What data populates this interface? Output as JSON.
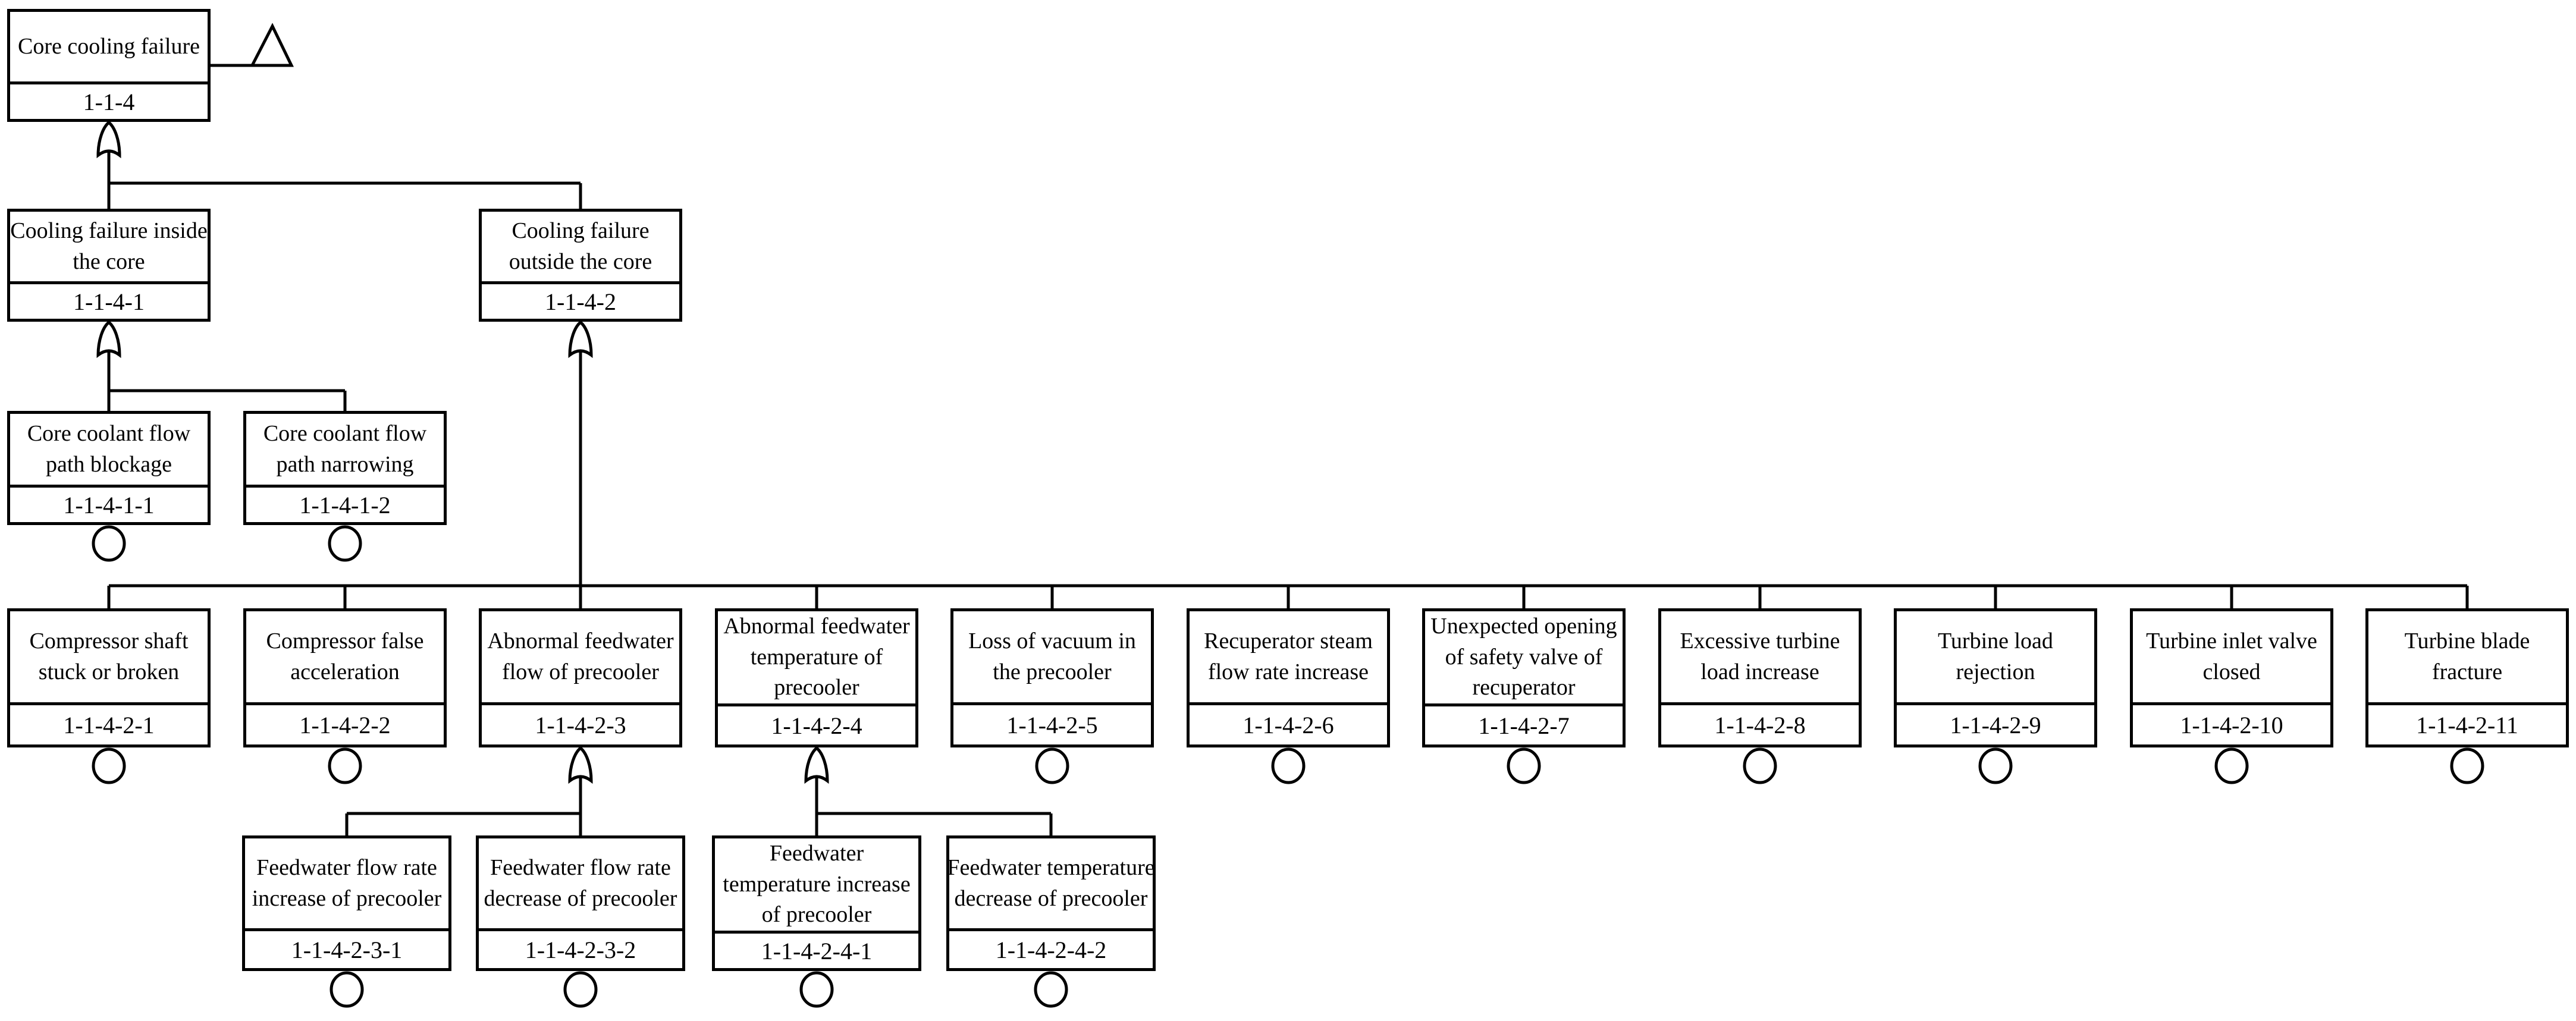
{
  "diagram": {
    "type": "fault-tree",
    "colors": {
      "line": "#000000",
      "background": "#ffffff",
      "box_fill": "#ffffff"
    }
  },
  "nodes": [
    {
      "id": "1-1-4",
      "title": "Core cooling failure",
      "label": "1-1-4",
      "symbol": "or-gate",
      "transfer": "triangle"
    },
    {
      "id": "1-1-4-1",
      "title": "Cooling failure inside\nthe core",
      "label": "1-1-4-1",
      "symbol": "or-gate"
    },
    {
      "id": "1-1-4-2",
      "title": "Cooling failure\noutside the core",
      "label": "1-1-4-2",
      "symbol": "or-gate"
    },
    {
      "id": "1-1-4-1-1",
      "title": "Core coolant flow\npath blockage",
      "label": "1-1-4-1-1",
      "symbol": "basic-event"
    },
    {
      "id": "1-1-4-1-2",
      "title": "Core coolant flow\npath narrowing",
      "label": "1-1-4-1-2",
      "symbol": "basic-event"
    },
    {
      "id": "1-1-4-2-1",
      "title": "Compressor shaft\nstuck or broken",
      "label": "1-1-4-2-1",
      "symbol": "basic-event"
    },
    {
      "id": "1-1-4-2-2",
      "title": "Compressor false\nacceleration",
      "label": "1-1-4-2-2",
      "symbol": "basic-event"
    },
    {
      "id": "1-1-4-2-3",
      "title": "Abnormal feedwater\nflow of precooler",
      "label": "1-1-4-2-3",
      "symbol": "or-gate"
    },
    {
      "id": "1-1-4-2-4",
      "title": "Abnormal feedwater\ntemperature of\nprecooler",
      "label": "1-1-4-2-4",
      "symbol": "or-gate"
    },
    {
      "id": "1-1-4-2-5",
      "title": "Loss of vacuum in\nthe precooler",
      "label": "1-1-4-2-5",
      "symbol": "basic-event"
    },
    {
      "id": "1-1-4-2-6",
      "title": "Recuperator steam\nflow rate increase",
      "label": "1-1-4-2-6",
      "symbol": "basic-event"
    },
    {
      "id": "1-1-4-2-7",
      "title": "Unexpected opening\nof safety valve of\nrecuperator",
      "label": "1-1-4-2-7",
      "symbol": "basic-event"
    },
    {
      "id": "1-1-4-2-8",
      "title": "Excessive turbine\nload increase",
      "label": "1-1-4-2-8",
      "symbol": "basic-event"
    },
    {
      "id": "1-1-4-2-9",
      "title": "Turbine load\nrejection",
      "label": "1-1-4-2-9",
      "symbol": "basic-event"
    },
    {
      "id": "1-1-4-2-10",
      "title": "Turbine inlet valve\nclosed",
      "label": "1-1-4-2-10",
      "symbol": "basic-event"
    },
    {
      "id": "1-1-4-2-11",
      "title": "Turbine blade\nfracture",
      "label": "1-1-4-2-11",
      "symbol": "basic-event"
    },
    {
      "id": "1-1-4-2-3-1",
      "title": "Feedwater flow rate\nincrease of precooler",
      "label": "1-1-4-2-3-1",
      "symbol": "basic-event"
    },
    {
      "id": "1-1-4-2-3-2",
      "title": "Feedwater flow rate\ndecrease of precooler",
      "label": "1-1-4-2-3-2",
      "symbol": "basic-event"
    },
    {
      "id": "1-1-4-2-4-1",
      "title": "Feedwater\ntemperature increase\nof precooler",
      "label": "1-1-4-2-4-1",
      "symbol": "basic-event"
    },
    {
      "id": "1-1-4-2-4-2",
      "title": "Feedwater temperature\ndecrease of precooler",
      "label": "1-1-4-2-4-2",
      "symbol": "basic-event"
    }
  ]
}
